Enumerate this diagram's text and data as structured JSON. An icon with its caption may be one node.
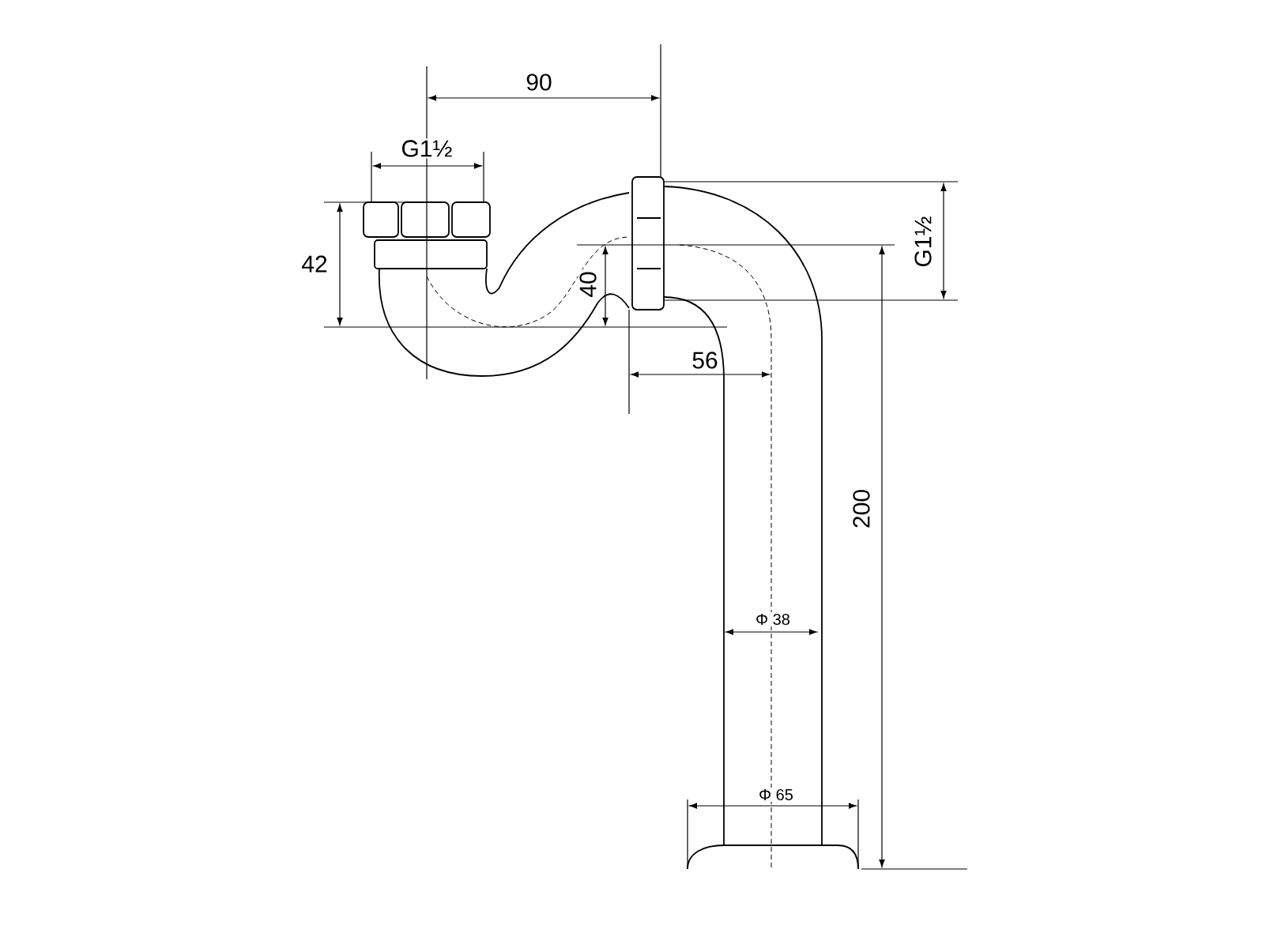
{
  "diagram": {
    "labels": [
      "90",
      "G1½",
      "42",
      "40",
      "56",
      "G1½",
      "200",
      "Φ 38",
      "Φ 65"
    ]
  }
}
